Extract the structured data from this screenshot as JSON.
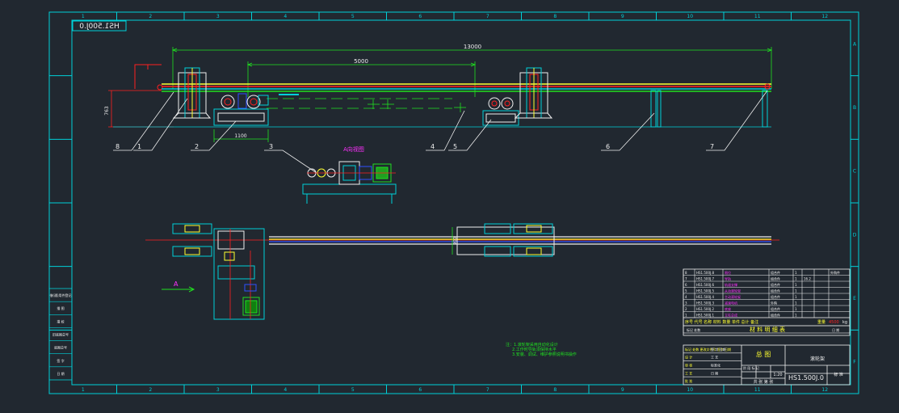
{
  "drawing": {
    "stamp_mirrored": "HS1.500J.0",
    "col_numbers": [
      "1",
      "2",
      "3",
      "4",
      "5",
      "6",
      "7",
      "8",
      "9",
      "10",
      "11",
      "12"
    ],
    "row_letters": [
      "A",
      "B",
      "C",
      "D",
      "E",
      "F"
    ],
    "dimensions": {
      "overall": "13000",
      "inner": "5000",
      "height": "763",
      "base_width": "1100",
      "plan_width": "900"
    },
    "callouts": [
      "8",
      "1",
      "2",
      "3",
      "4",
      "5",
      "6",
      "7"
    ],
    "view_a_title": "A向视图",
    "view_a_label": "A",
    "notes": [
      "注：1.滚轮架采用自动化设计",
      "2.工作时导轨须保持水平",
      "3.安装、调试、维护参照说明书操作"
    ],
    "side_block_rows": [
      "借(通)用件登记",
      "描 图",
      "描 校",
      "旧底图总号",
      "底图总号",
      "签 字",
      "日 期"
    ],
    "bom_rows": [
      {
        "no": "8",
        "code": "HS1.500J.8",
        "name": "限位",
        "material": "组合件",
        "qty": "1",
        "mass": "",
        "note": "外购件"
      },
      {
        "no": "7",
        "code": "HS1.500J.7",
        "name": "导轨",
        "material": "组合件",
        "qty": "1",
        "mass": "16.2",
        "note": ""
      },
      {
        "no": "6",
        "code": "HS1.500J.6",
        "name": "轨道支撑",
        "material": "组合件",
        "qty": "1",
        "mass": "",
        "note": ""
      },
      {
        "no": "5",
        "code": "HS1.500J.5",
        "name": "从动滚轮架",
        "material": "组合件",
        "qty": "1",
        "mass": "",
        "note": ""
      },
      {
        "no": "4",
        "code": "HS1.500J.4",
        "name": "主动滚轮架",
        "material": "组合件",
        "qty": "1",
        "mass": "",
        "note": ""
      },
      {
        "no": "3",
        "code": "HS1.500J.3",
        "name": "减速电机",
        "material": "外购",
        "qty": "1",
        "mass": "",
        "note": ""
      },
      {
        "no": "2",
        "code": "HS1.500J.2",
        "name": "底座",
        "material": "组合件",
        "qty": "1",
        "mass": "",
        "note": ""
      },
      {
        "no": "1",
        "code": "HS1.500J.1",
        "name": "立柱总成",
        "material": "组合件",
        "qty": "1",
        "mass": "",
        "note": ""
      }
    ],
    "bom_header_line": "序号 代号 名称 材料 数量 单件 总计 备注",
    "bom_mass_label": "重量",
    "bom_mass_value": "4500",
    "bom_mass_unit": "kg",
    "bom_title": "材 料 明 细 表",
    "bom_sub_left": "标记 处数",
    "bom_sub_right": "日 期",
    "title_block": {
      "sheet_title": "总 图",
      "product_name": "滚轮架",
      "drawing_number": "HS1.500J.0",
      "version": "标 准",
      "scale": "1:20",
      "sheet_info": "共 张 第 张",
      "rows_left": [
        "标记 处数 更改文件号 签字 日期",
        "设 计",
        "审 核",
        "工 艺",
        "批 准"
      ],
      "rows_mid": [
        "签 字 日期",
        "工 艺",
        "标准化",
        "日 期",
        ""
      ],
      "stage_labels": [
        "阶 段 标 记",
        "重 量",
        "比 例"
      ]
    }
  },
  "colors": {
    "background": "#212830",
    "frame": "#00d0d8",
    "yellow": "#ffff30",
    "red": "#ff2020",
    "green": "#20e020",
    "magenta": "#ff30ff",
    "white": "#f0f0f0",
    "blue": "#3050ff"
  }
}
